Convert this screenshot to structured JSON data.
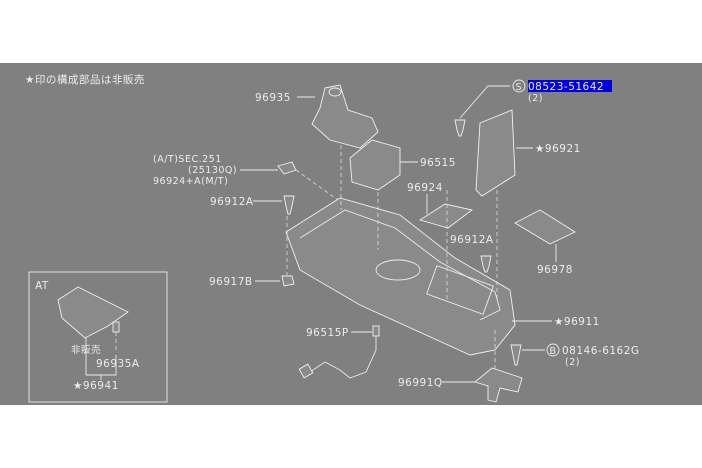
{
  "note": "★印の構成部品は非販売",
  "colors": {
    "background": "#808080",
    "line": "#ececec",
    "highlight": "#0000e0"
  },
  "callouts": {
    "shift_boot": "96935",
    "sec_line1": "(A/T)SEC.251",
    "sec_line2": "(25130Q)",
    "sec_line3": "96924+A(M/T)",
    "clip_left": "96912A",
    "clip_bottom_left": "96917B",
    "box": "96515",
    "tray": "96924",
    "clip_right": "96912A",
    "lid": "★96921",
    "mat": "96978",
    "console": "★96911",
    "harness": "96515P",
    "bracket": "96991Q",
    "screw_s_symbol": "S",
    "screw_s_part": "08523-51642",
    "screw_s_qty": "(2)",
    "bolt_b_symbol": "B",
    "bolt_b_part": "08146-6162G",
    "bolt_b_qty": "(2)"
  },
  "inset": {
    "title": "AT",
    "not_sold": "非販売",
    "part_a": "96935A",
    "part_main": "★96941"
  }
}
